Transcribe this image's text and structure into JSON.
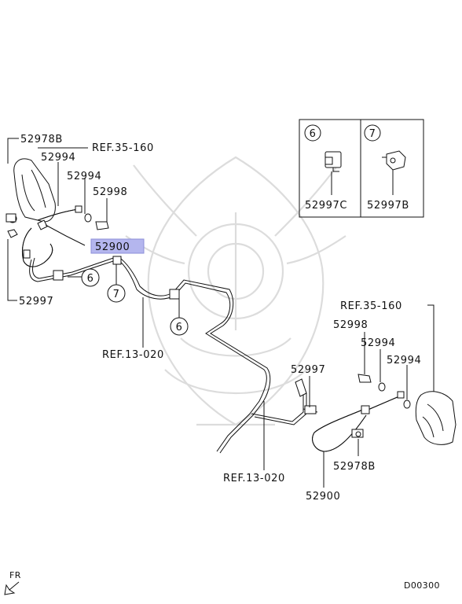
{
  "labels": {
    "p52978B_top": "52978B",
    "ref35_160_top": "REF.35-160",
    "p52994_a": "52994",
    "p52994_b": "52994",
    "p52998_top": "52998",
    "p52900_top": "52900",
    "p52997_left": "52997",
    "ref13_020_top": "REF.13-020",
    "ref35_160_right": "REF.35-160",
    "p52998_right": "52998",
    "p52994_c": "52994",
    "p52994_d": "52994",
    "p52997_mid": "52997",
    "p52978B_bottom": "52978B",
    "ref13_020_bottom": "REF.13-020",
    "p52900_bottom": "52900",
    "fr": "FR",
    "code": "D00300"
  },
  "callouts": {
    "c6_a": "6",
    "c7_a": "7",
    "c6_b": "6"
  },
  "legend": {
    "box6_num": "6",
    "box6_part": "52997C",
    "box7_num": "7",
    "box7_part": "52997B"
  },
  "highlight_color": "#b4b6ee"
}
